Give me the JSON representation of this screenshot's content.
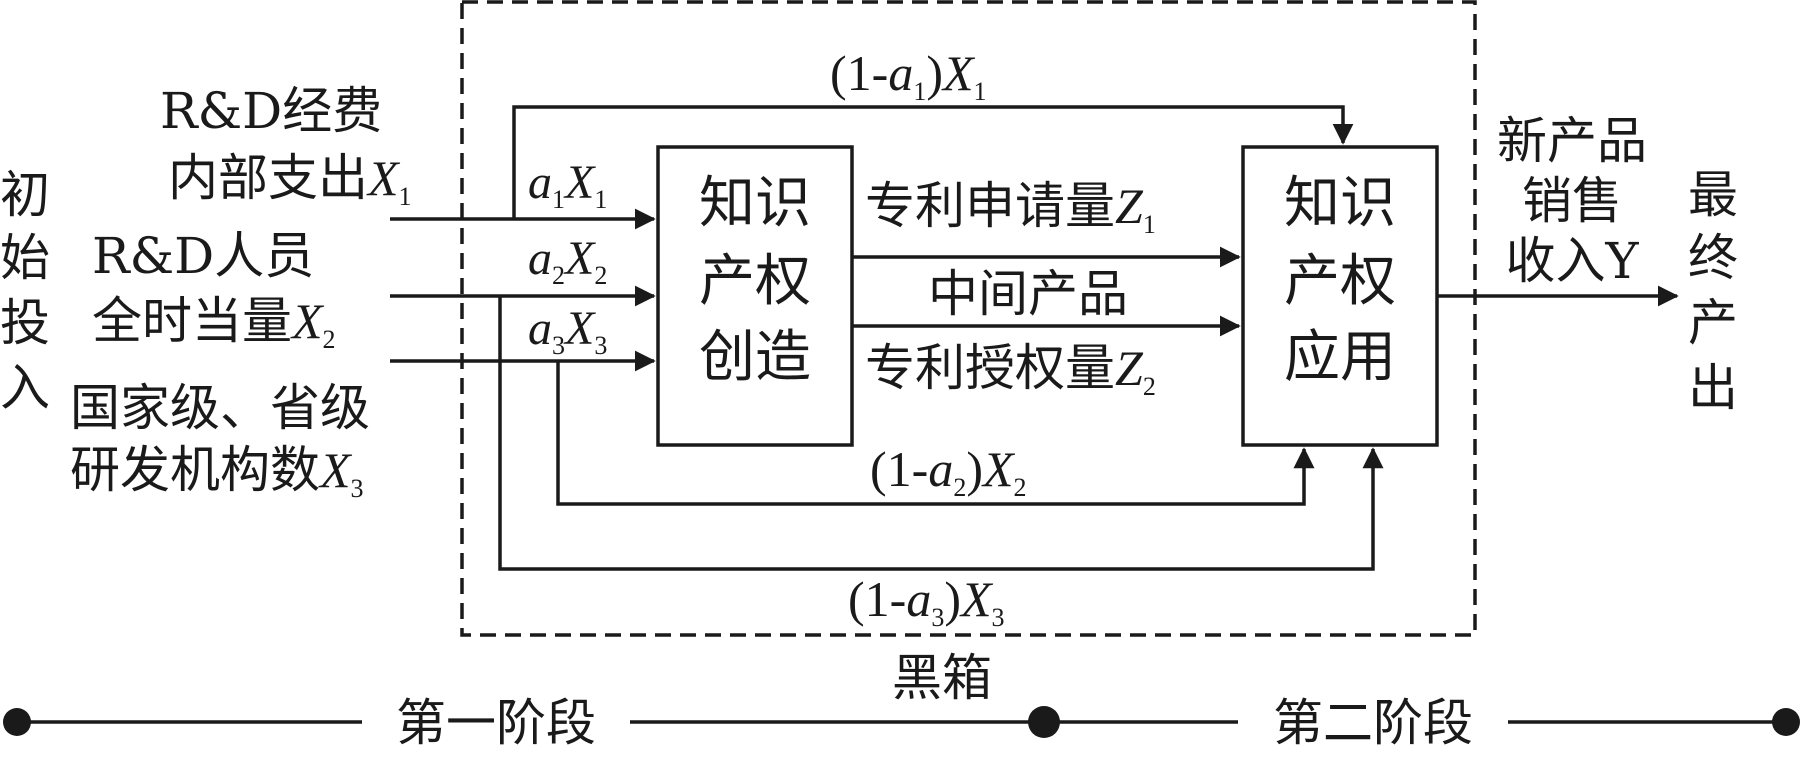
{
  "boxes": {
    "creation": [
      "知识",
      "产权",
      "创造"
    ],
    "application": [
      "知识",
      "产权",
      "应用"
    ]
  },
  "left": {
    "initial_input": [
      "初",
      "始",
      "投",
      "入"
    ],
    "x1_line1": "R&D经费",
    "x1_line2": "内部支出",
    "x2_line1": "R&D人员",
    "x2_line2": "全时当量",
    "x3_line1": "国家级、省级",
    "x3_line2": "研发机构数"
  },
  "vars": {
    "X": "X",
    "a": "a",
    "Z": "Z",
    "sub1": "1",
    "sub2": "2",
    "sub3": "3",
    "open_paren": "(1-",
    "close_paren": ")"
  },
  "middle": {
    "patent_applications": "专利申请量",
    "intermediate_product": "中间产品",
    "patent_grants": "专利授权量"
  },
  "right": {
    "revenue_line1": "新产品",
    "revenue_line2": "销售",
    "revenue_line3": "收入Y",
    "final_output": [
      "最",
      "终",
      "产",
      "出"
    ]
  },
  "bottom": {
    "black_box": "黑箱",
    "stage1": "第一阶段",
    "stage2": "第二阶段"
  }
}
